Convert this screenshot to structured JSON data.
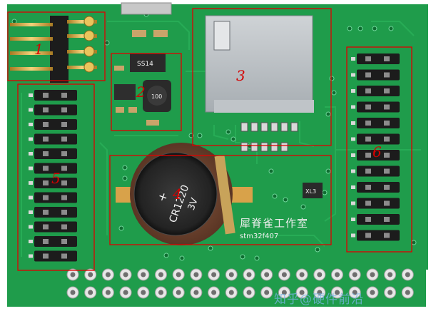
{
  "board": {
    "silkscreen_cn": "犀脊雀工作室",
    "silkscreen_model": "stm32f407",
    "battery_text_line1": "+",
    "battery_text_line2": "CR1220",
    "battery_text_line3": "3V",
    "chip_label": "SS14",
    "inductor_label": "100",
    "ic_label": "XL3",
    "watermark": "知乎@硬件前沿"
  },
  "regions": [
    {
      "id": "1",
      "label": "1"
    },
    {
      "id": "2",
      "label": "2"
    },
    {
      "id": "3",
      "label": "3"
    },
    {
      "id": "4",
      "label": "4"
    },
    {
      "id": "5",
      "label": "5"
    },
    {
      "id": "6",
      "label": "6"
    }
  ],
  "colors": {
    "pcb": "#1e9c4a",
    "pcb_dark": "#15803a",
    "annotation": "#e00000",
    "header_black": "#1c1c1c",
    "gold": "#d9a94a"
  }
}
